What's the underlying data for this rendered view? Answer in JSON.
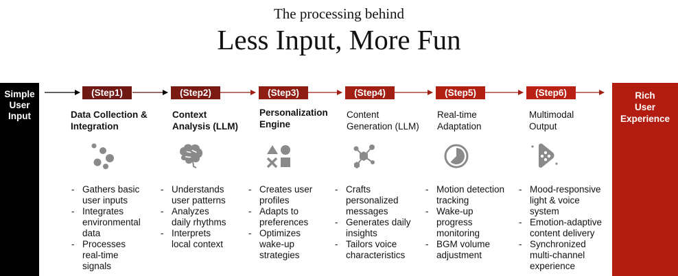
{
  "header": {
    "subtitle": "The processing behind",
    "title": "Less Input, More Fun"
  },
  "input_box": {
    "lines": [
      "Simple",
      "User",
      "Input"
    ]
  },
  "output_box": {
    "lines": [
      "Rich",
      "User",
      "Experience"
    ]
  },
  "colors": {
    "step1": "#701813",
    "step2": "#7a1a13",
    "step3": "#8f1d13",
    "step4": "#a11f13",
    "step5": "#b12013",
    "step6": "#b82113",
    "output": "#b31d11",
    "input": "#000000",
    "icon": "#8a8a8a"
  },
  "steps": [
    {
      "badge": "(Step1)",
      "title": [
        "Data Collection &",
        "Integration"
      ],
      "title_bold": true,
      "icon": "dots-cluster-icon",
      "bullets": [
        [
          "Gathers basic",
          "user inputs"
        ],
        [
          "Integrates",
          "environmental",
          "data"
        ],
        [
          "Processes",
          "real-time",
          "signals"
        ]
      ]
    },
    {
      "badge": "(Step2)",
      "title": [
        "Context",
        "Analysis (LLM)"
      ],
      "title_bold": true,
      "icon": "brain-icon",
      "bullets": [
        [
          "Understands",
          "user patterns"
        ],
        [
          "Analyzes",
          "daily rhythms"
        ],
        [
          "Interprets",
          "local context"
        ]
      ]
    },
    {
      "badge": "(Step3)",
      "title": [
        "Personalization",
        "Engine"
      ],
      "title_bold": true,
      "icon": "shapes-icon",
      "bullets": [
        [
          "Creates user",
          "profiles"
        ],
        [
          "Adapts to",
          "preferences"
        ],
        [
          "Optimizes",
          "wake-up",
          "strategies"
        ]
      ]
    },
    {
      "badge": "(Step4)",
      "title": [
        "Content",
        "Generation (LLM)"
      ],
      "title_bold": false,
      "icon": "network-icon",
      "bullets": [
        [
          "Crafts",
          "personalized",
          "messages"
        ],
        [
          "Generates daily",
          "insights"
        ],
        [
          "Tailors voice",
          "characteristics"
        ]
      ]
    },
    {
      "badge": "(Step5)",
      "title": [
        "Real-time",
        "Adaptation"
      ],
      "title_bold": false,
      "icon": "timer-icon",
      "bullets": [
        [
          "Motion detection",
          "tracking"
        ],
        [
          "Wake-up",
          "progress",
          "monitoring"
        ],
        [
          "BGM volume",
          "adjustment"
        ]
      ]
    },
    {
      "badge": "(Step6)",
      "title": [
        "Multimodal",
        "Output"
      ],
      "title_bold": false,
      "icon": "play-media-icon",
      "bullets": [
        [
          "Mood-responsive",
          "light & voice",
          "system"
        ],
        [
          "Emotion-adaptive",
          "content delivery"
        ],
        [
          "Synchronized",
          "multi-channel",
          "experience"
        ]
      ]
    }
  ]
}
